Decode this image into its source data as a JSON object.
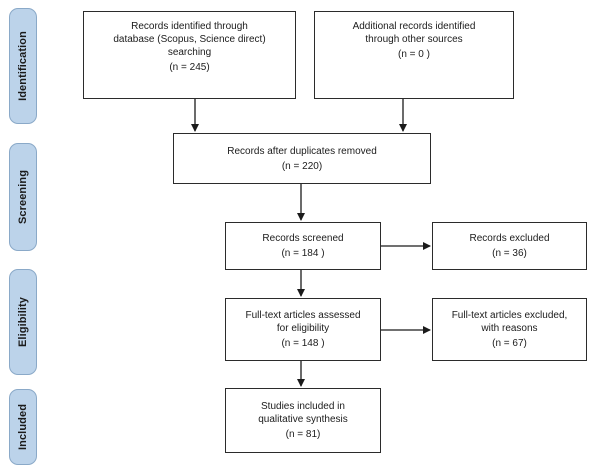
{
  "phases": {
    "identification": "Identification",
    "screening": "Screening",
    "eligibility": "Eligibility",
    "included": "Included"
  },
  "boxes": {
    "db_records": {
      "lines": [
        "Records identified through",
        "database (Scopus, Science direct)",
        "searching"
      ],
      "count": "(n = 245)"
    },
    "other_records": {
      "lines": [
        "Additional records identified",
        "through other sources"
      ],
      "count": "(n = 0 )"
    },
    "after_duplicates": {
      "lines": [
        "Records after duplicates removed"
      ],
      "count": "(n = 220)"
    },
    "screened": {
      "lines": [
        "Records screened"
      ],
      "count": "(n = 184 )"
    },
    "excluded": {
      "lines": [
        "Records excluded"
      ],
      "count": "(n = 36)"
    },
    "fulltext_assessed": {
      "lines": [
        "Full-text articles assessed",
        "for eligibility"
      ],
      "count": "(n = 148 )"
    },
    "fulltext_excluded": {
      "lines": [
        "Full-text articles excluded,",
        "with reasons"
      ],
      "count": "(n = 67)"
    },
    "included": {
      "lines": [
        "Studies included in",
        "qualitative synthesis"
      ],
      "count": "(n = 81)"
    }
  },
  "colors": {
    "phase_fill": "#bcd3ea",
    "phase_border": "#8aa9c8",
    "box_border": "#2b2b2b",
    "arrow": "#1b1b1b"
  }
}
